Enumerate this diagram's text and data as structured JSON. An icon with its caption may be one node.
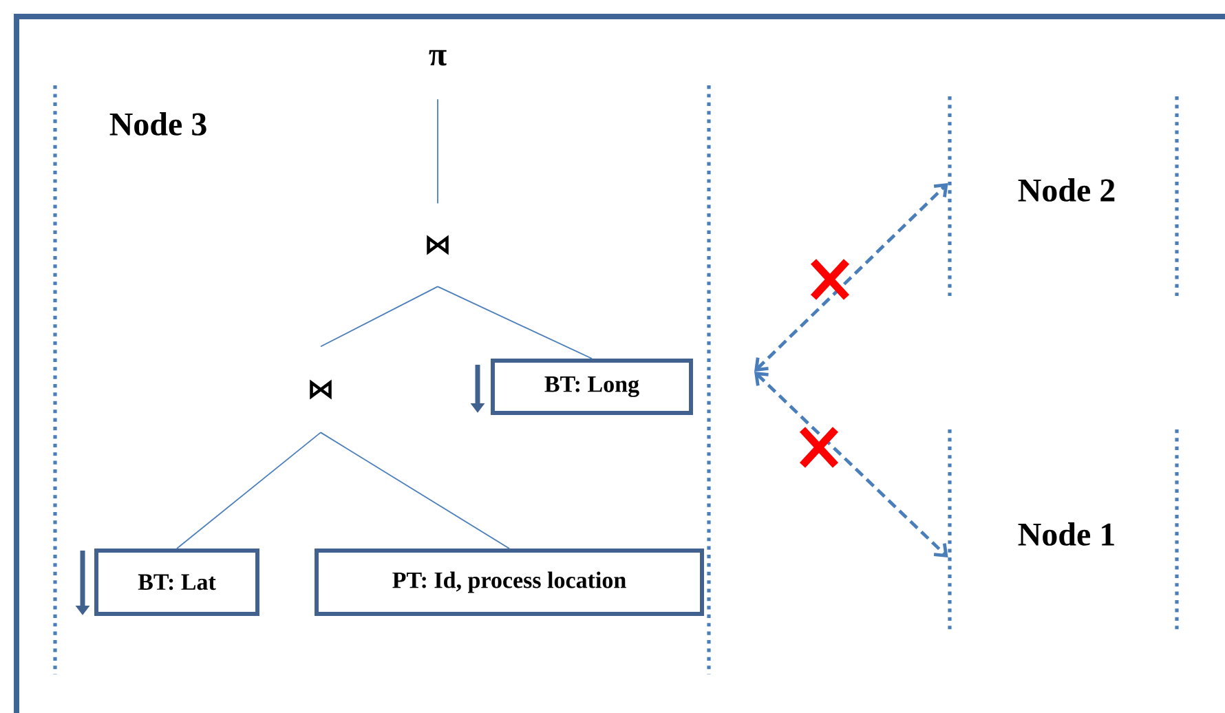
{
  "diagram": {
    "nodes": [
      {
        "text": [
          "Node 3"
        ]
      },
      {
        "text": [
          "π"
        ]
      },
      {
        "text": [
          "⋈"
        ],
        "in": 0
      },
      {
        "text": [
          "⋈"
        ],
        "in": 0
      },
      {
        "text": [
          "BT: Long"
        ],
        "in": 0
      },
      {
        "text": [
          "BT: Lat"
        ],
        "in": 0
      },
      {
        "text": [
          "PT: Id, process location"
        ],
        "in": 0
      },
      {
        "text": [
          "Node 2"
        ]
      },
      {
        "text": [
          "Node 1"
        ]
      }
    ],
    "edges": [
      {
        "from": 1,
        "to": 2,
        "arrow": "none"
      },
      {
        "from": 2,
        "to": 3,
        "arrow": "none"
      },
      {
        "from": 2,
        "to": 4,
        "arrow": "none"
      },
      {
        "from": 3,
        "to": 5,
        "arrow": "none"
      },
      {
        "from": 3,
        "to": 6,
        "arrow": "none"
      },
      {
        "from": null,
        "to": 7,
        "arrow": "both",
        "style": "dashed"
      },
      {
        "from": null,
        "to": 8,
        "arrow": "both",
        "style": "dashed"
      }
    ]
  }
}
